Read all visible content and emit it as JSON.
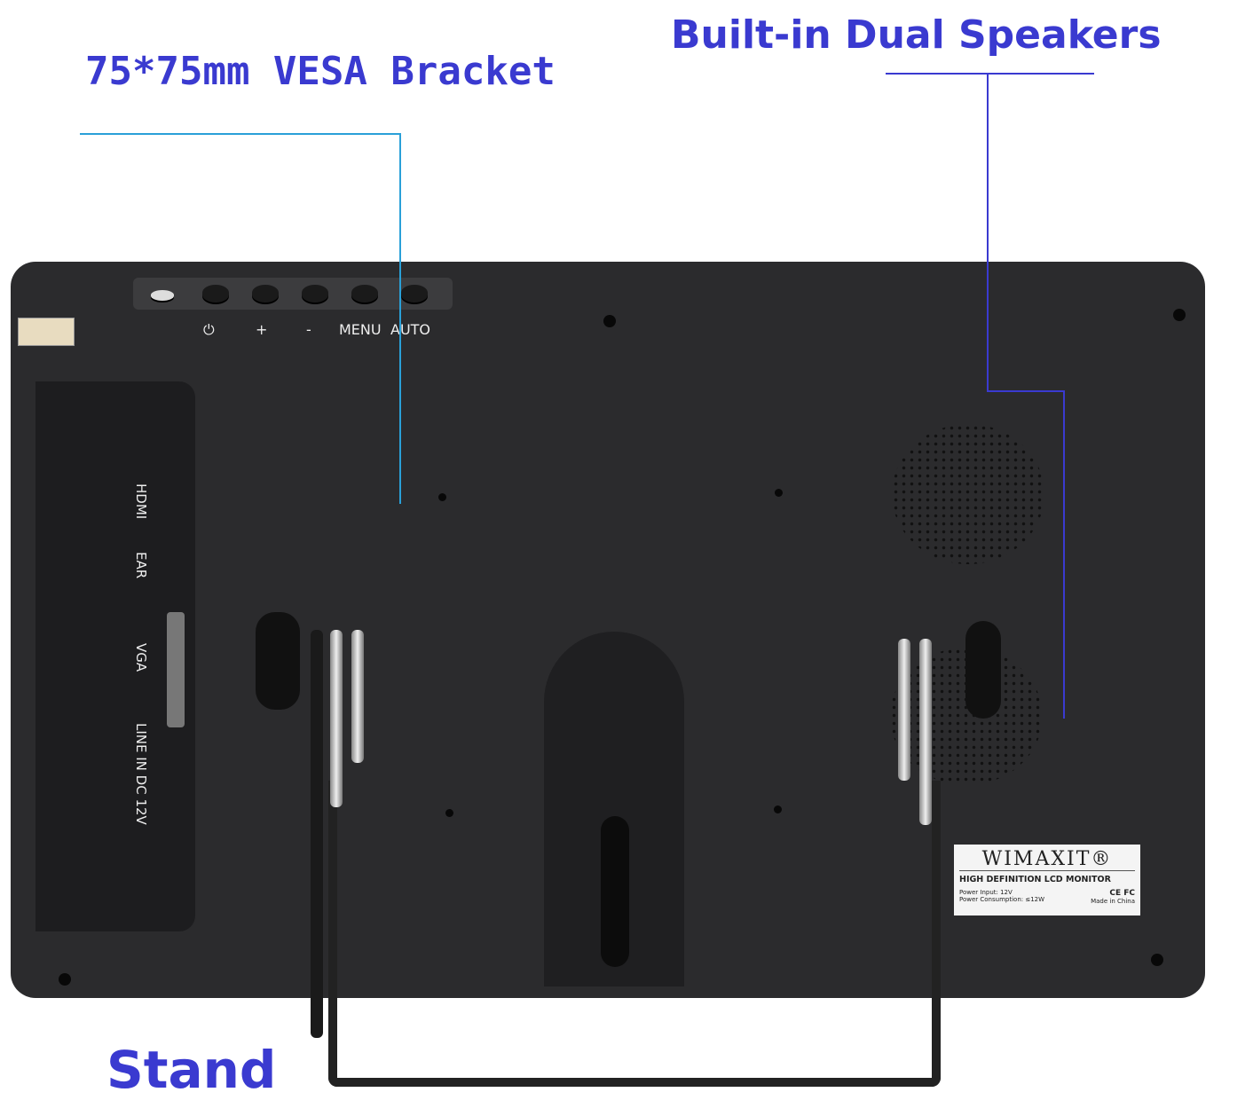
{
  "callouts": {
    "vesa": "75*75mm VESA Bracket",
    "speakers": "Built-in Dual Speakers",
    "stand": "Stand"
  },
  "controls": {
    "power": "⏻",
    "plus": "+",
    "minus": "-",
    "menu": "MENU",
    "auto": "AUTO"
  },
  "ports": [
    "HDMI",
    "EAR",
    "VGA",
    "LINE IN DC 12V"
  ],
  "label": {
    "brand": "WIMAXIT®",
    "subtitle": "HIGH DEFINITION LCD MONITOR",
    "power_input": "Power Input: 12V",
    "power_consumption": "Power Consumption: ≤12W",
    "certs": "CE FC",
    "origin": "Made in China"
  }
}
